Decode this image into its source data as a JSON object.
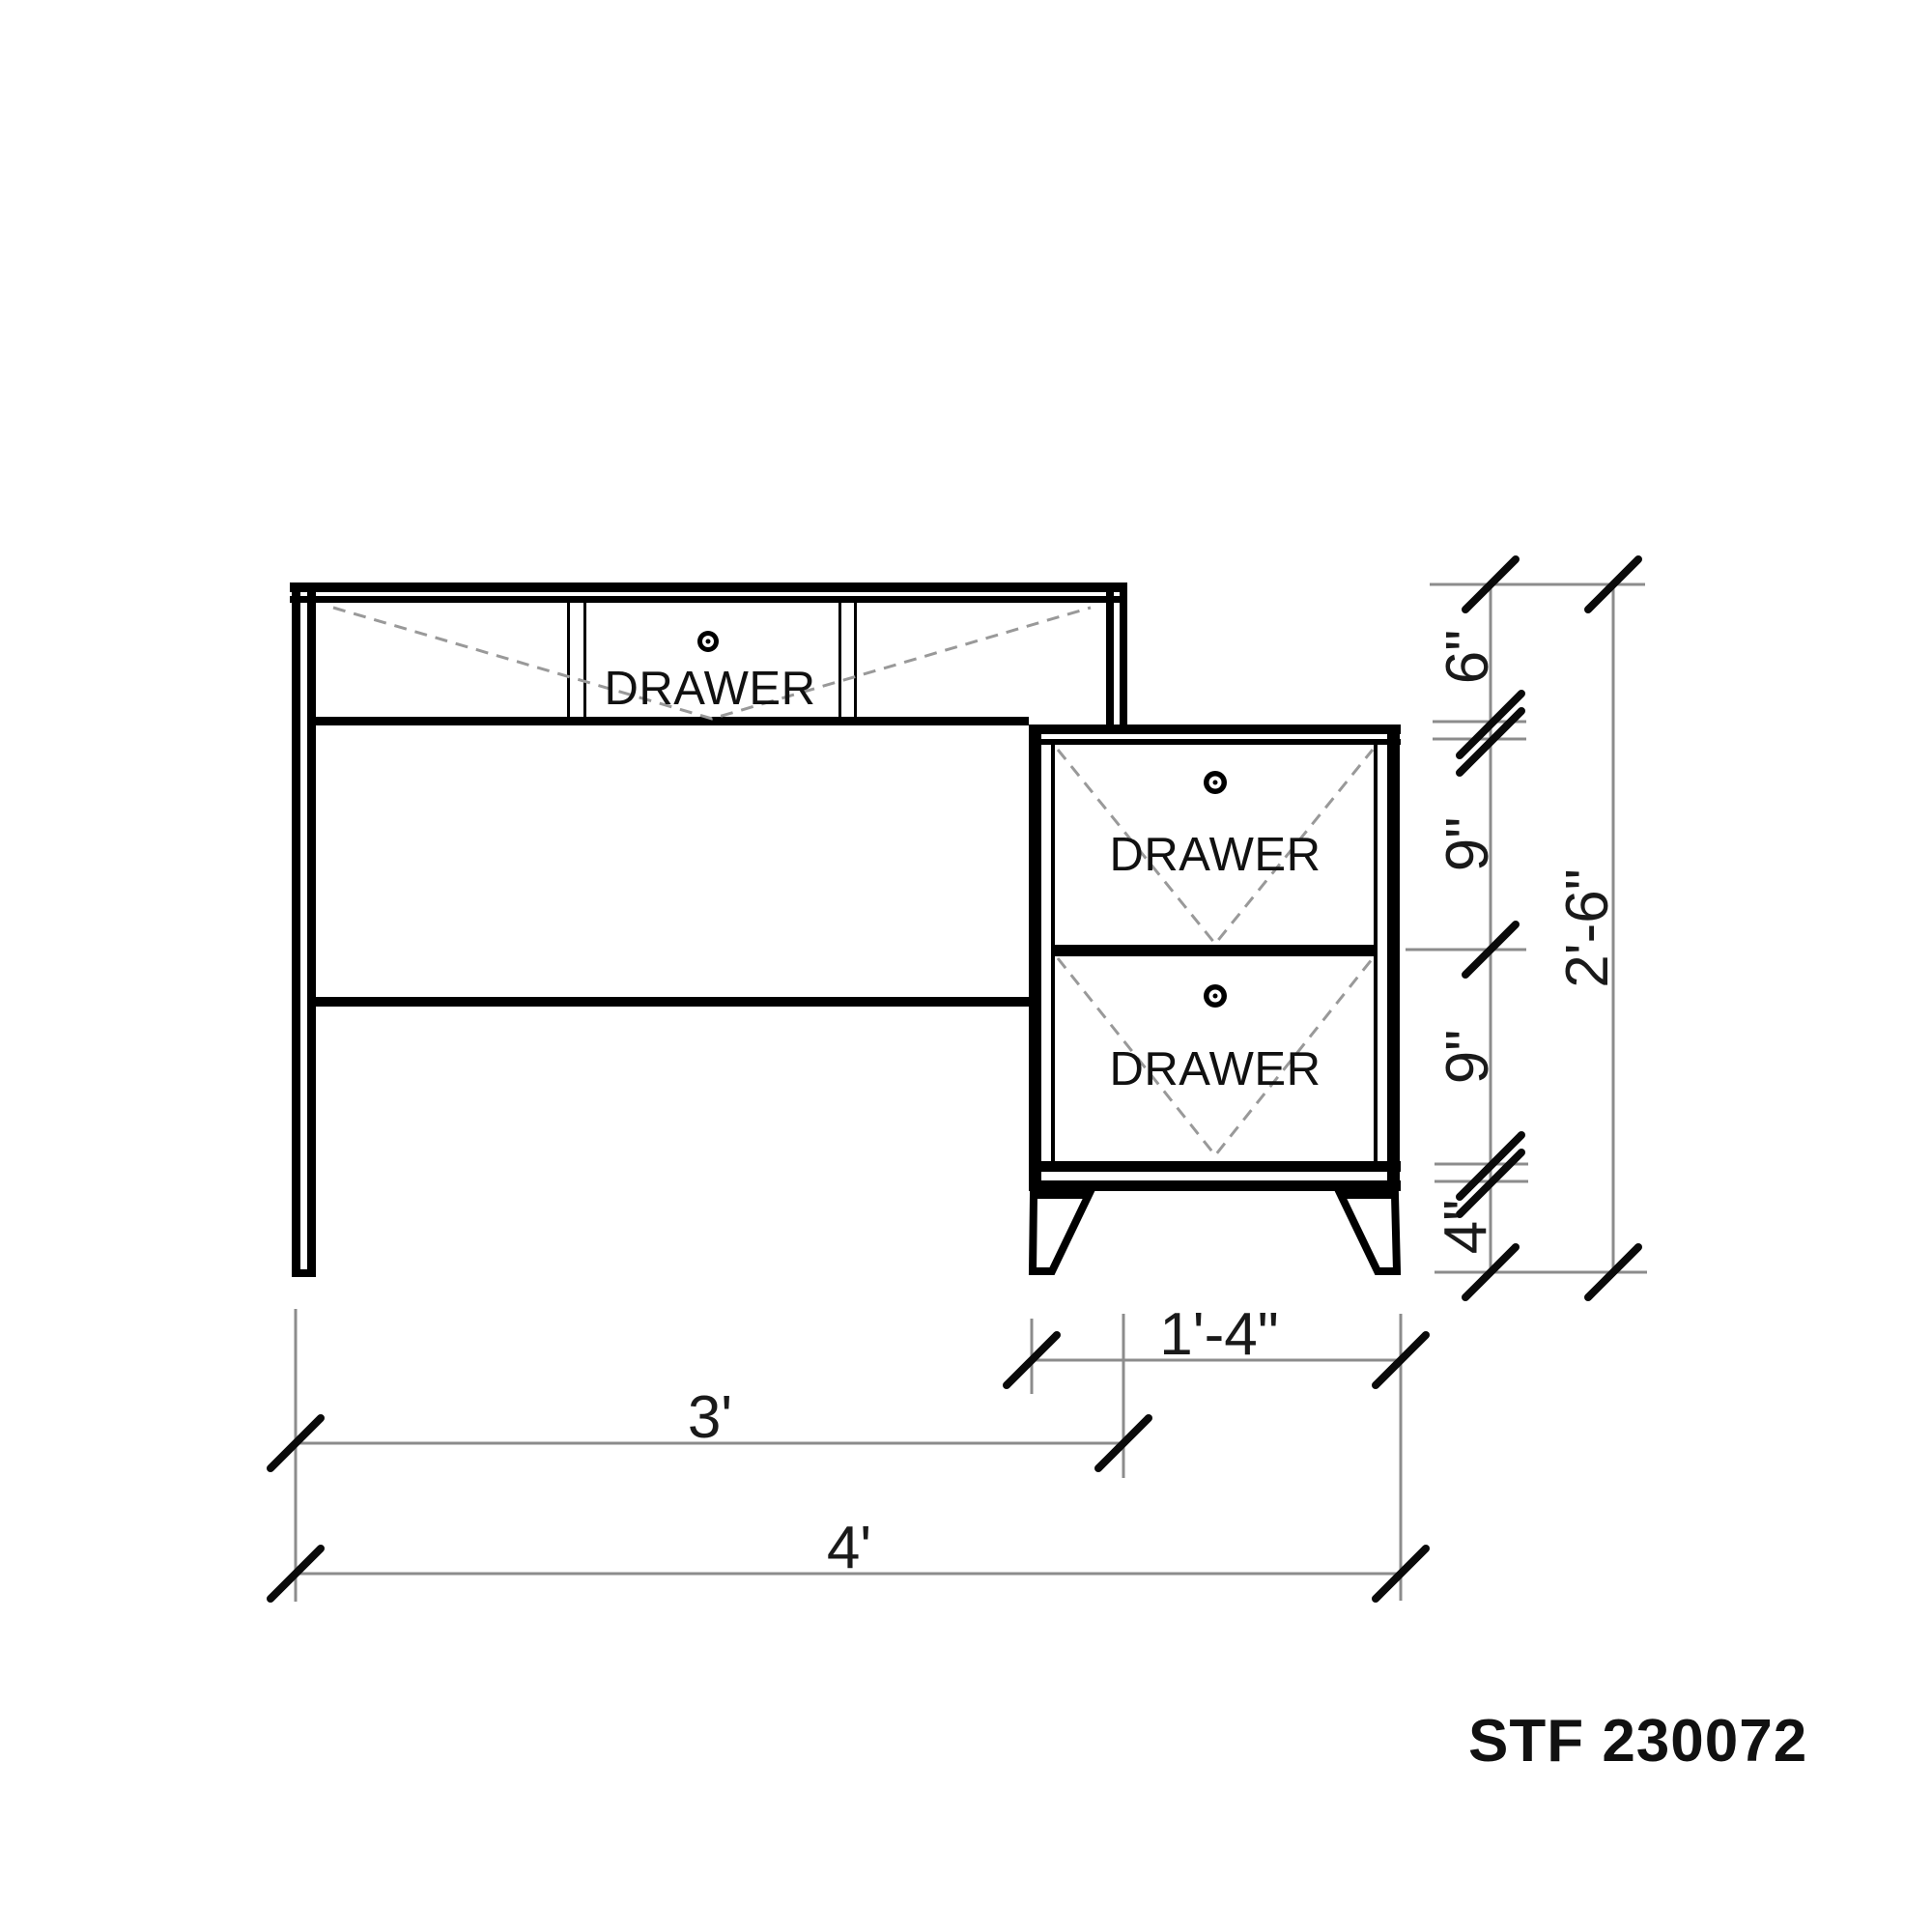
{
  "drawing": {
    "code": "STF 230072",
    "colors": {
      "ink": "#000000",
      "dimension_line": "#8c8c8c",
      "dashed_centerline": "#999999",
      "label_text": "#111111",
      "background": "#ffffff"
    },
    "desk": {
      "drawer_label": "DRAWER"
    },
    "cabinet": {
      "top_drawer_label": "DRAWER",
      "bottom_drawer_label": "DRAWER"
    },
    "dimensions": {
      "apron_height": "6\"",
      "top_drawer_height": "9\"",
      "bottom_drawer_height": "9\"",
      "leg_height": "4\"",
      "overall_height": "2'-6\"",
      "cabinet_width": "1'-4\"",
      "desk_width": "3'",
      "overall_width": "4'"
    }
  }
}
